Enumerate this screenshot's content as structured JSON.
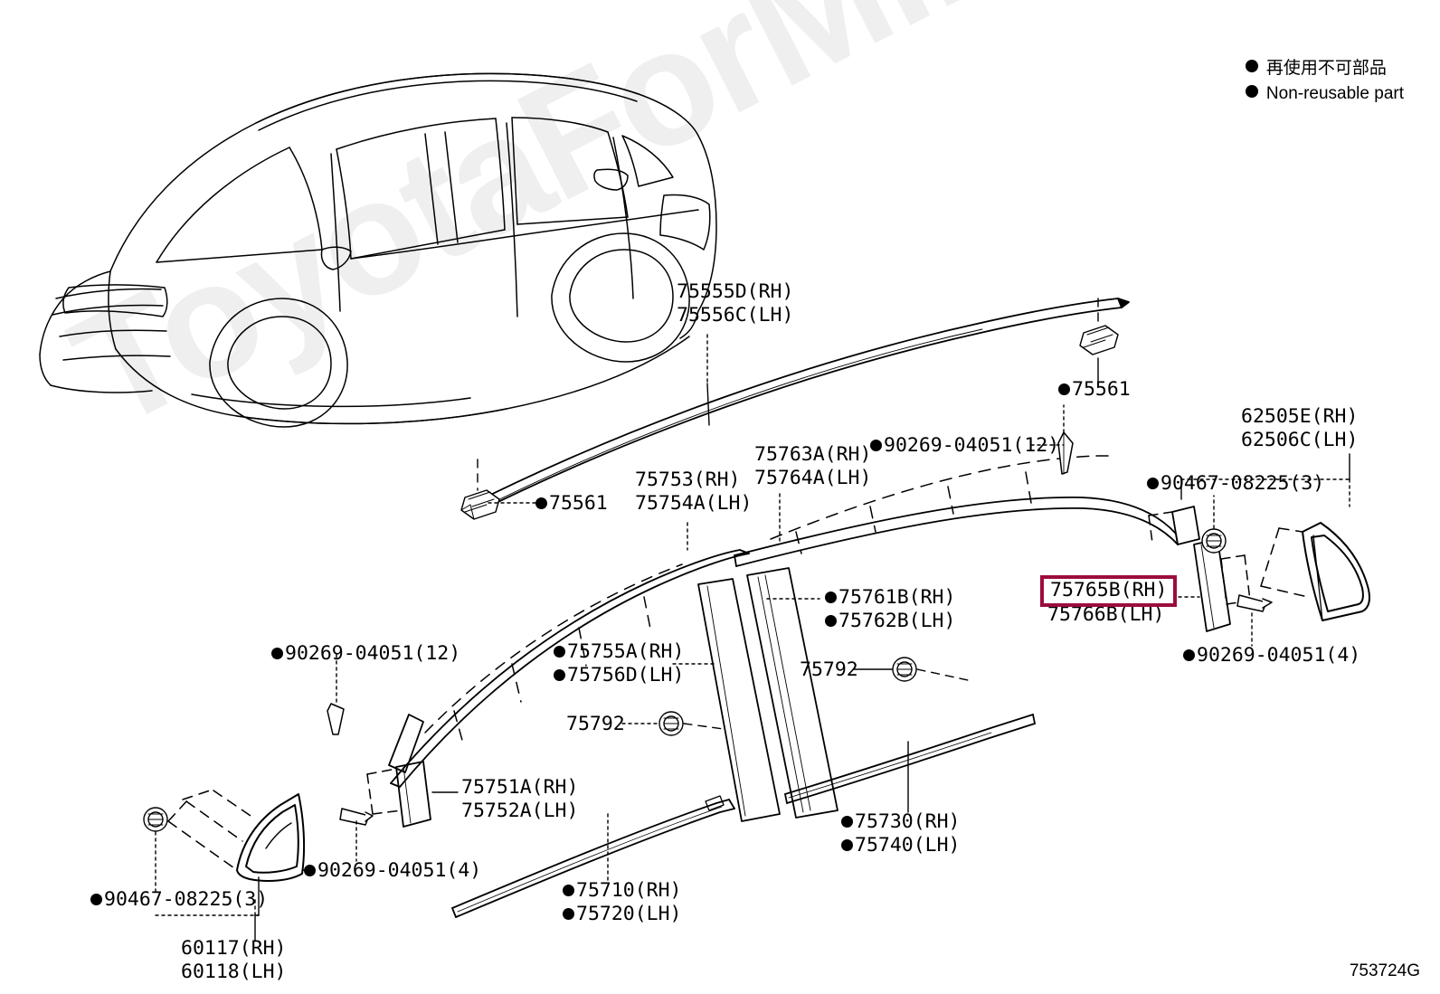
{
  "diagram": {
    "id": "753724G",
    "watermark": "ToyotaForMine.ru"
  },
  "legend": {
    "marker_icon": "filled-circle",
    "line_ja": "再使用不可部品",
    "line_en": "Non-reusable part"
  },
  "parts": {
    "roof_moulding": {
      "rh": "75555D(RH)",
      "lh": "75556C(LH)"
    },
    "clip_75561_left": {
      "mark": true,
      "code": "75561"
    },
    "clip_75561_right": {
      "mark": true,
      "code": "75561"
    },
    "screw_90269_top": {
      "mark": true,
      "code": "90269-04051(12)"
    },
    "screw_90269_left": {
      "mark": true,
      "code": "90269-04051(12)"
    },
    "screw_90269_lower": {
      "mark": true,
      "code": "90269-04051(4)"
    },
    "screw_90269_right": {
      "mark": true,
      "code": "90269-04051(4)"
    },
    "clip_90467_left": {
      "mark": true,
      "code": "90467-08225(3)"
    },
    "clip_90467_right": {
      "mark": true,
      "code": "90467-08225(3)"
    },
    "belt_moulding_front": {
      "rh": "75753(RH)",
      "lh": "75754A(LH)"
    },
    "belt_moulding_rear": {
      "rh": "75763A(RH)",
      "lh": "75764A(LH)"
    },
    "quarter_glass_right": {
      "rh": "62505E(RH)",
      "lh": "62506C(LH)"
    },
    "quarter_glass_left": {
      "rh": "60117(RH)",
      "lh": "60118(LH)"
    },
    "pillar_cover_front": {
      "mark": true,
      "rh": "75755A(RH)",
      "lh": "75756D(LH)"
    },
    "pillar_cover_rear": {
      "mark": true,
      "rh": "75761B(RH)",
      "lh": "75762B(LH)"
    },
    "front_corner_cover": {
      "rh": "75751A(RH)",
      "lh": "75752A(LH)"
    },
    "rear_corner_cover": {
      "rh": "75765B(RH)",
      "lh": "75766B(LH)",
      "highlighted": true
    },
    "door_belt_front": {
      "mark": true,
      "rh": "75710(RH)",
      "lh": "75720(LH)"
    },
    "door_belt_rear": {
      "mark": true,
      "rh": "75730(RH)",
      "lh": "75740(LH)"
    },
    "clip_75792_upper": {
      "code": "75792"
    },
    "clip_75792_lower": {
      "code": "75792"
    }
  },
  "highlight_color": "#9c0c3f"
}
